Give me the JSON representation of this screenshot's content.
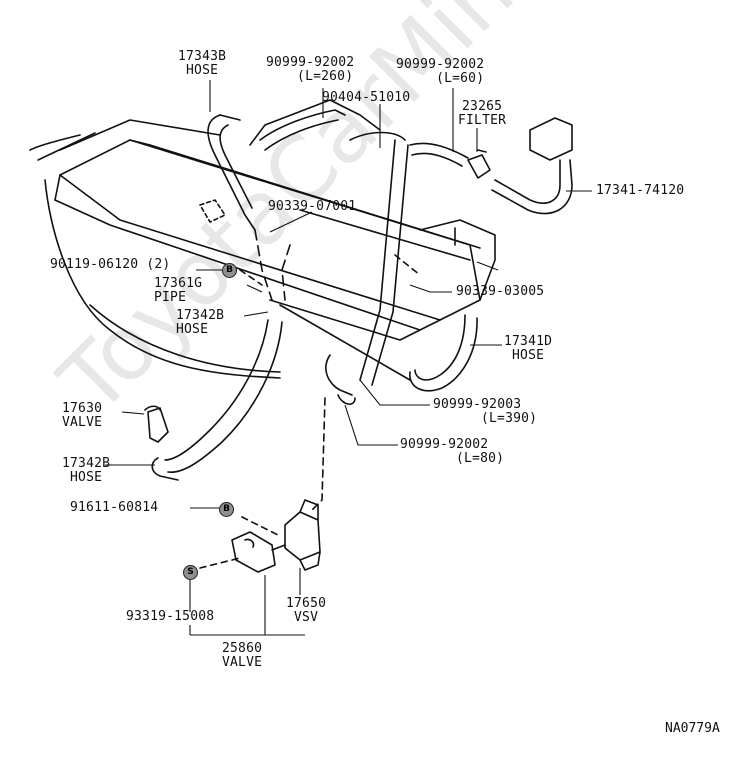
{
  "diagram": {
    "watermark": "ToyotaCarMine.ru",
    "code": "NA0779A",
    "labels": {
      "hose_17343b": {
        "part": "17343B",
        "name": "HOSE"
      },
      "hose_90999_92002_a": {
        "part": "90999-92002",
        "spec": "(L=260)"
      },
      "clamp_90404": {
        "part": "90404-51010"
      },
      "hose_90999_92002_b": {
        "part": "90999-92002",
        "spec": "(L=60)"
      },
      "filter_23265": {
        "part": "23265",
        "name": "FILTER"
      },
      "hose_17341_74120": {
        "part": "17341-74120"
      },
      "plug_90339_07001": {
        "part": "90339-07001"
      },
      "bolt_90119": {
        "part": "90119-06120 (2)"
      },
      "pipe_17361g": {
        "part": "17361G",
        "name": "PIPE"
      },
      "hose_17342b_top": {
        "part": "17342B",
        "name": "HOSE"
      },
      "plug_90339_03005": {
        "part": "90339-03005"
      },
      "hose_17341d": {
        "part": "17341D",
        "name": "HOSE"
      },
      "valve_17630": {
        "part": "17630",
        "name": "VALVE"
      },
      "hose_90999_92003": {
        "part": "90999-92003",
        "spec": "(L=390)"
      },
      "hose_90999_92002_c": {
        "part": "90999-92002",
        "spec": "(L=80)"
      },
      "hose_17342b_bottom": {
        "part": "17342B",
        "name": "HOSE"
      },
      "bolt_91611": {
        "part": "91611-60814"
      },
      "screw_93319": {
        "part": "93319-15008"
      },
      "vsv_17650": {
        "part": "17650",
        "name": "VSV"
      },
      "valve_25860": {
        "part": "25860",
        "name": "VALVE"
      }
    },
    "markers": {
      "b": "B",
      "s": "S"
    }
  }
}
